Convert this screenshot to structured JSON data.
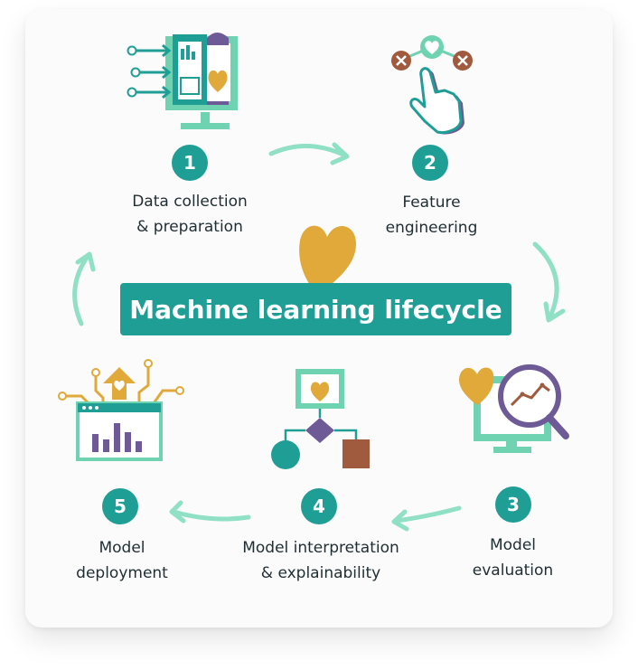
{
  "title": "Machine learning lifecycle",
  "steps": [
    {
      "number": "1",
      "line1": "Data collection",
      "line2": "& preparation"
    },
    {
      "number": "2",
      "line1": "Feature",
      "line2": "engineering"
    },
    {
      "number": "3",
      "line1": "Model",
      "line2": "evaluation"
    },
    {
      "number": "4",
      "line1": "Model interpretation",
      "line2": "& explainability"
    },
    {
      "number": "5",
      "line1": "Model",
      "line2": "deployment"
    }
  ],
  "icons": {
    "step1": "monitor-data-icon",
    "step2": "hand-pointer-icon",
    "step3": "magnifier-chart-icon",
    "step4": "flowchart-icon",
    "step5": "deploy-dashboard-icon",
    "center": "heart-icon"
  },
  "colors": {
    "teal": "#1f9e96",
    "mint": "#6fd3b2",
    "mustard": "#e0a93a",
    "purple": "#6d5a97",
    "brown": "#a05a3e",
    "text": "#1f2e33"
  }
}
